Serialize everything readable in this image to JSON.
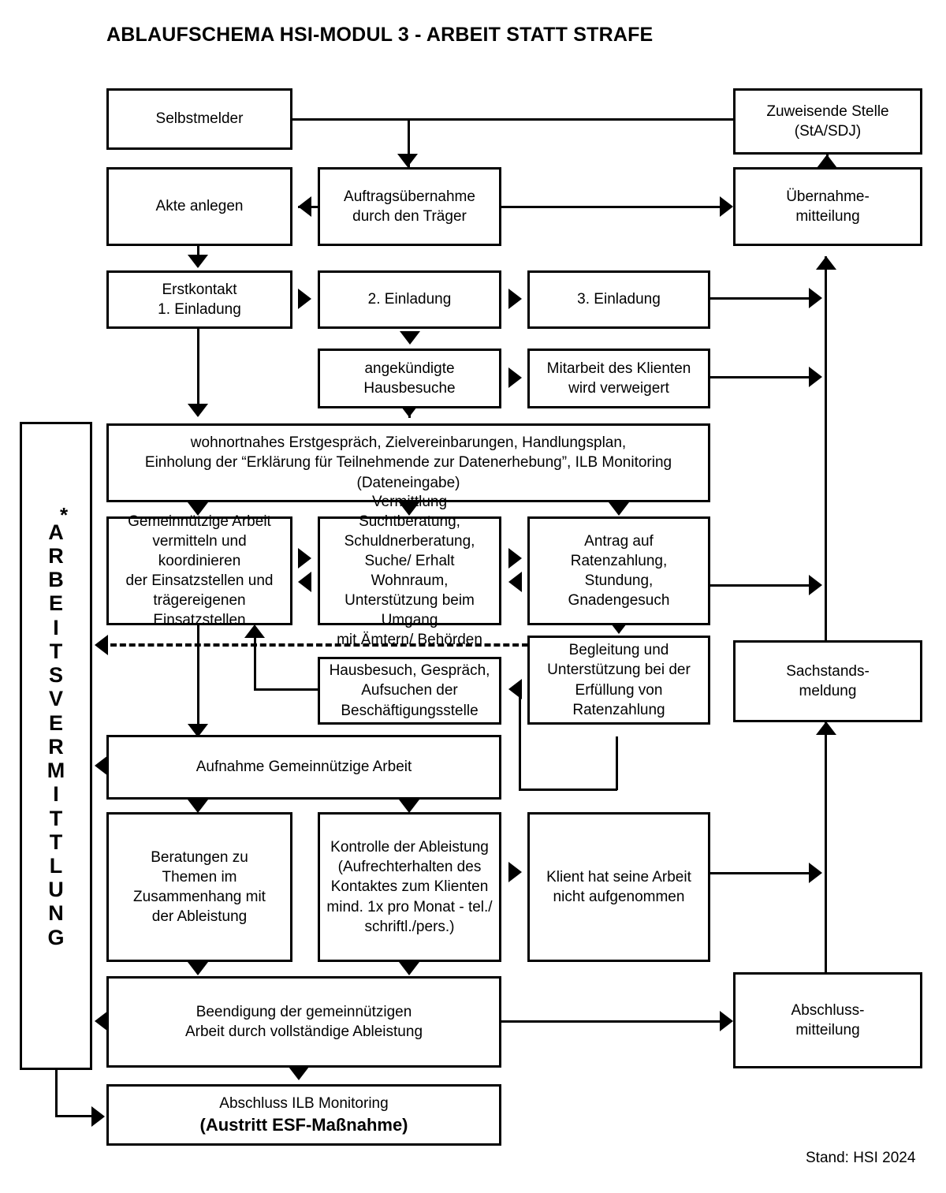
{
  "title": "ABLAUFSCHEMA HSI-MODUL 3 - ARBEIT STATT STRAFE",
  "footer_note": "Stand: HSI 2024",
  "vertical_label": {
    "text": "ARBEITSVERMITTLUNG",
    "marker": "*"
  },
  "boxes": {
    "selbstmelder": "Selbstmelder",
    "zuweisende_stelle": "Zuweisende Stelle\n(StA/SDJ)",
    "akte_anlegen": "Akte anlegen",
    "auftragsuebernahme": "Auftragsübernahme\ndurch den Träger",
    "uebernahmemitteilung": "Übernahme-\nmitteilung",
    "erstkontakt": "Erstkontakt\n1. Einladung",
    "einladung2": "2. Einladung",
    "einladung3": "3. Einladung",
    "hausbesuche": "angekündigte\nHausbesuche",
    "mitarbeit_verweigert": "Mitarbeit des Klienten\nwird verweigert",
    "erstgespraech": "wohnortnahes Erstgespräch, Zielvereinbarungen, Handlungsplan,\nEinholung  der “Erklärung für Teilnehmende zur Datenerhebung”, ILB Monitoring (Dateneingabe)",
    "gemeinnuetzige_arbeit": "Gemeinnützige Arbeit\nvermitteln und koordinieren\nder Einsatzstellen und\nträgereigenen Einsatzstellen",
    "vermittlung_beratung": "Vermittlung Suchtberatung,\nSchuldnerberatung,\nSuche/ Erhalt Wohnraum,\nUnterstützung beim Umgang\nmit Ämtern/ Behörden",
    "antrag_ratenzahlung": "Antrag auf\nRatenzahlung,\nStundung,\nGnadengesuch",
    "hausbesuch_gespraech": "Hausbesuch, Gespräch,\nAufsuchen der\nBeschäftigungsstelle",
    "begleitung_unterstuetzung": "Begleitung und\nUnterstützung bei der\nErfüllung von\nRatenzahlung",
    "sachstandsmeldung": "Sachstands-\nmeldung",
    "aufnahme_ga": "Aufnahme Gemeinnützige Arbeit",
    "beratungen": "Beratungen zu\nThemen im\nZusammenhang mit\nder Ableistung",
    "kontrolle": "Kontrolle der Ableistung\n(Aufrechterhalten des\nKontaktes zum Klienten\nmind. 1x pro Monat - tel./\nschriftl./pers.)",
    "klient_nicht_aufgenommen": "Klient hat seine Arbeit\nnicht aufgenommen",
    "beendigung": "Beendigung der gemeinnützigen\nArbeit durch vollständige Ableistung",
    "abschlussmitteilung": "Abschluss-\nmitteilung",
    "abschluss_ilb_line1": "Abschluss ILB Monitoring",
    "abschluss_ilb_line2": "(Austritt ESF-Maßnahme)"
  },
  "colors": {
    "stroke": "#000000",
    "background": "#ffffff",
    "text": "#000000"
  }
}
